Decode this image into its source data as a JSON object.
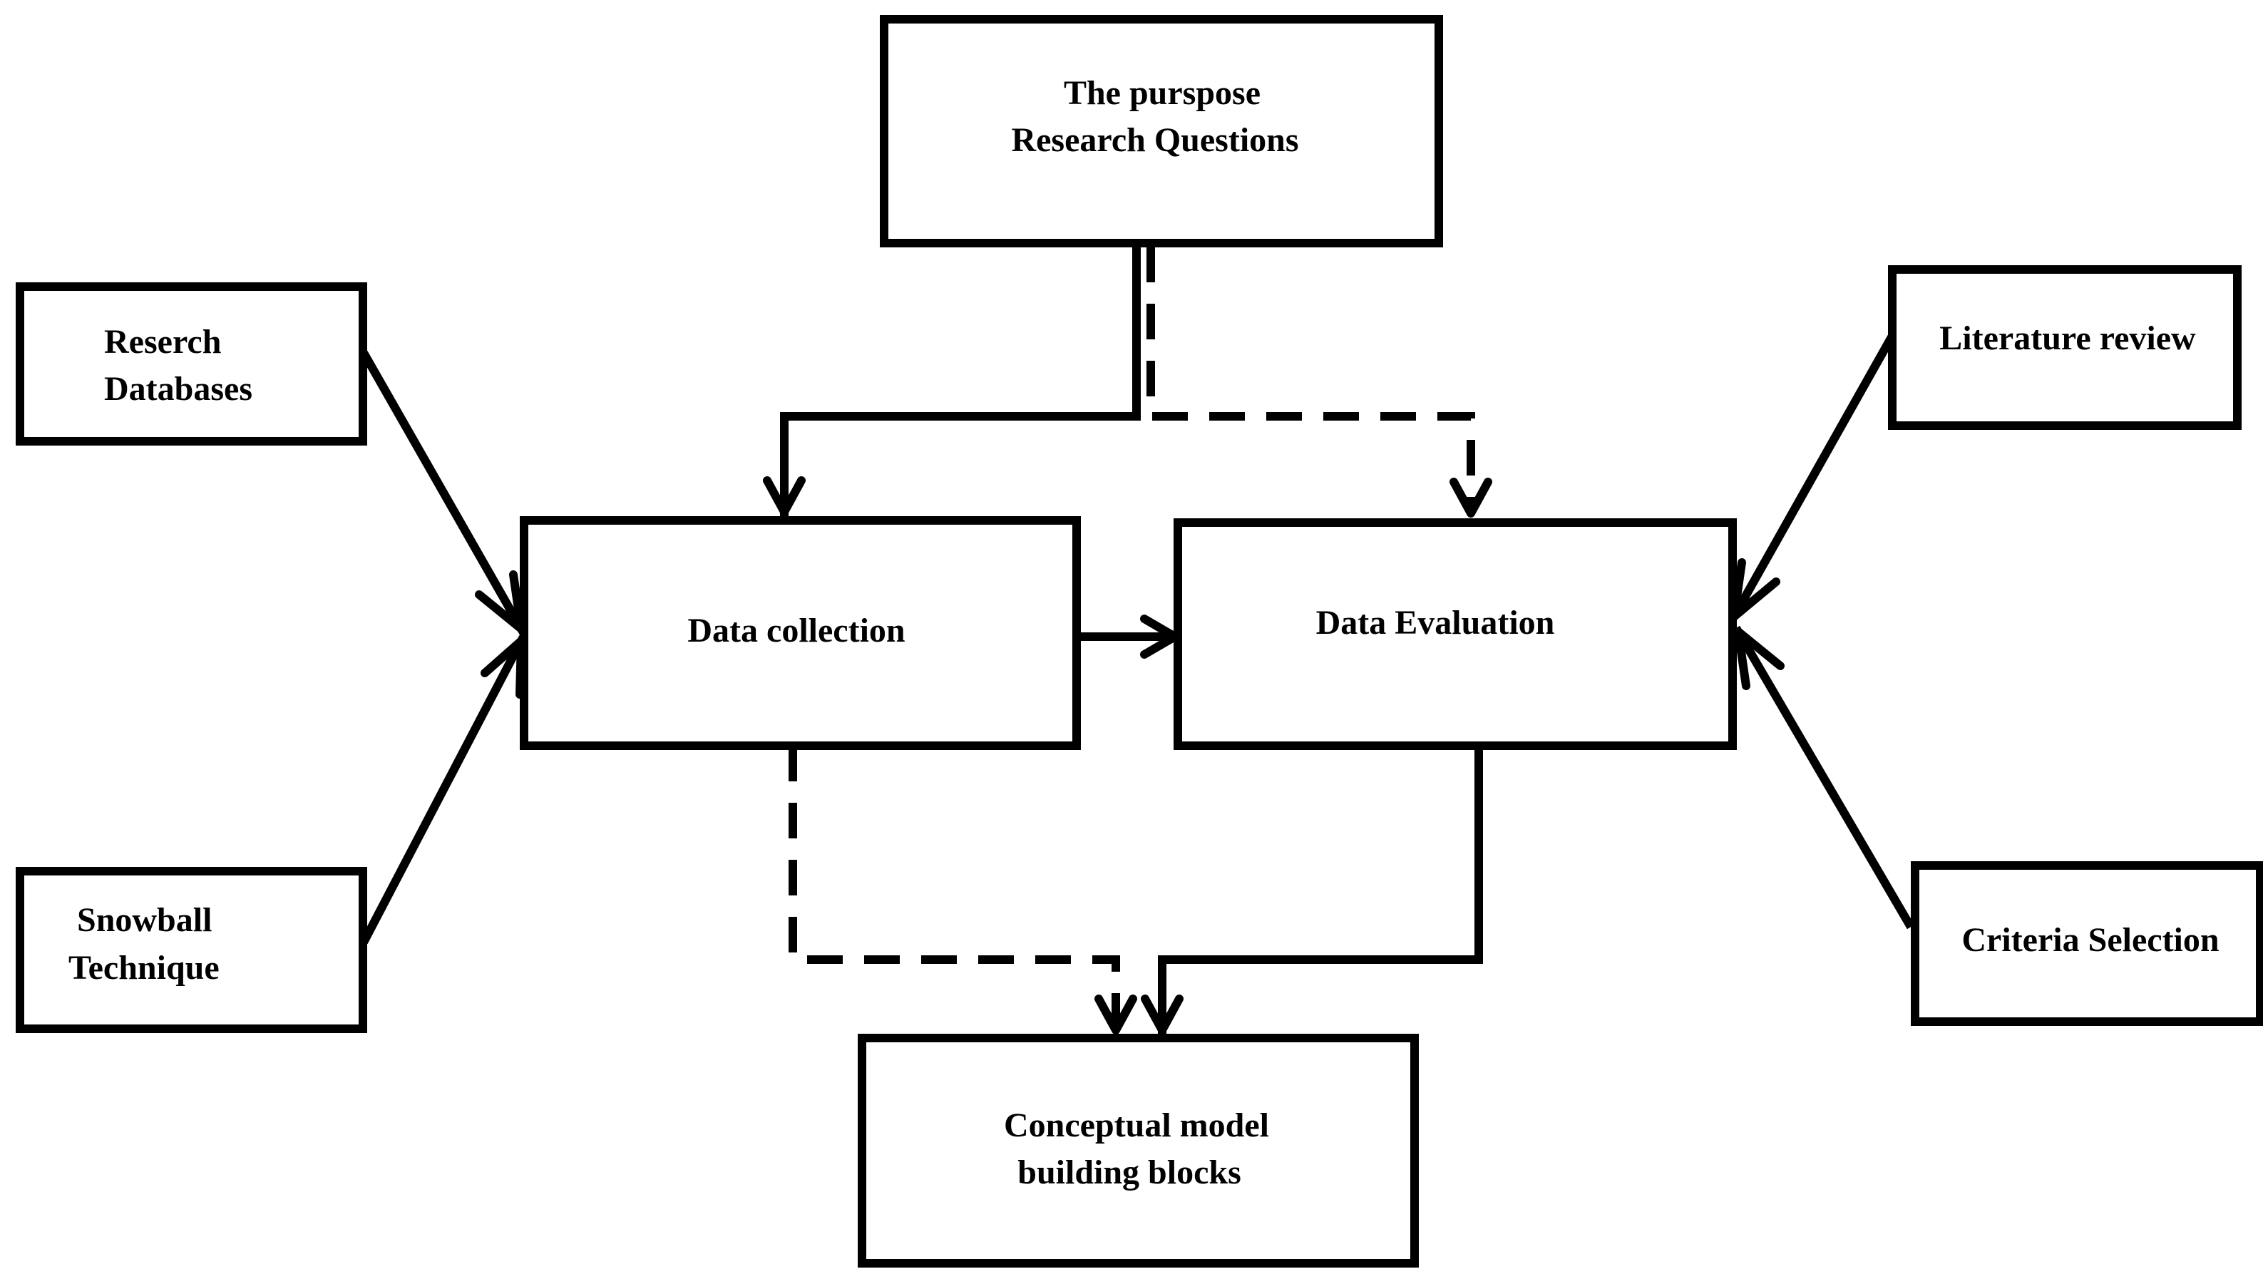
{
  "diagram": {
    "nodes": {
      "purpose": {
        "lines": [
          "The purspose",
          "Research Questions"
        ]
      },
      "databases": {
        "lines": [
          "Reserch",
          "Databases"
        ]
      },
      "snowball": {
        "lines": [
          "Snowball",
          "Technique"
        ]
      },
      "collection": {
        "lines": [
          "Data collection"
        ]
      },
      "evaluation": {
        "lines": [
          "Data Evaluation"
        ]
      },
      "literature": {
        "lines": [
          "Literature review"
        ]
      },
      "criteria": {
        "lines": [
          "Criteria Selection"
        ]
      },
      "model": {
        "lines": [
          "Conceptual model",
          "building blocks"
        ]
      }
    },
    "edges": [
      {
        "from": "purpose",
        "to": "collection",
        "style": "solid"
      },
      {
        "from": "purpose",
        "to": "evaluation",
        "style": "dashed"
      },
      {
        "from": "databases",
        "to": "collection",
        "style": "solid"
      },
      {
        "from": "snowball",
        "to": "collection",
        "style": "solid"
      },
      {
        "from": "collection",
        "to": "evaluation",
        "style": "solid"
      },
      {
        "from": "literature",
        "to": "evaluation",
        "style": "solid"
      },
      {
        "from": "criteria",
        "to": "evaluation",
        "style": "solid"
      },
      {
        "from": "collection",
        "to": "model",
        "style": "dashed"
      },
      {
        "from": "evaluation",
        "to": "model",
        "style": "solid"
      }
    ]
  }
}
